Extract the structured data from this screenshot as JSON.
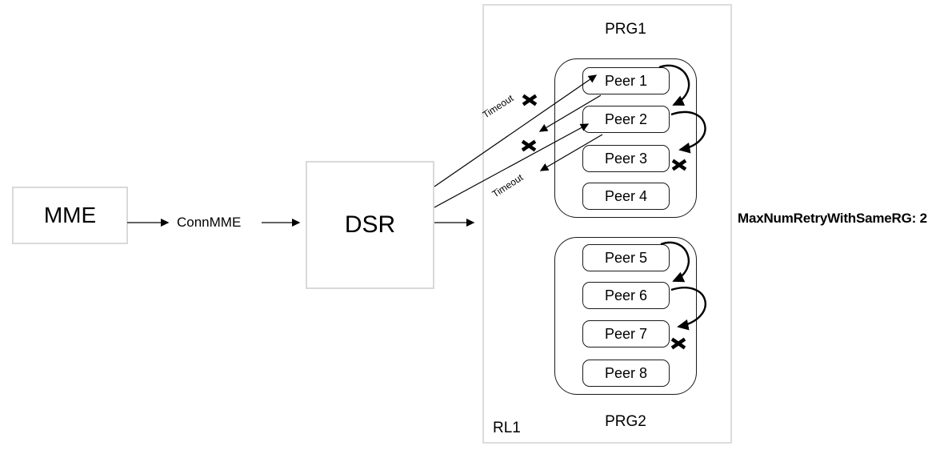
{
  "nodes": {
    "mme": {
      "label": "MME"
    },
    "dsr": {
      "label": "DSR"
    },
    "route_list": {
      "label": "RL1"
    },
    "prg1": {
      "label": "PRG1",
      "peers": [
        "Peer 1",
        "Peer 2",
        "Peer 3",
        "Peer 4"
      ]
    },
    "prg2": {
      "label": "PRG2",
      "peers": [
        "Peer 5",
        "Peer 6",
        "Peer 7",
        "Peer 8"
      ]
    }
  },
  "labels": {
    "connection": "ConnMME",
    "timeout1": "Timeout",
    "timeout2": "Timeout",
    "annotation": "MaxNumRetryWithSameRG: 2"
  },
  "edges": [
    {
      "from": "MME",
      "to": "DSR",
      "label": "ConnMME",
      "type": "request"
    },
    {
      "from": "DSR",
      "to": "RL1",
      "type": "request"
    },
    {
      "from": "DSR",
      "to": "Peer 1",
      "type": "request"
    },
    {
      "from": "Peer 1",
      "to": "DSR",
      "type": "timeout-response",
      "label": "Timeout",
      "failed": true
    },
    {
      "from": "DSR",
      "to": "Peer 2",
      "type": "request"
    },
    {
      "from": "Peer 2",
      "to": "DSR",
      "type": "timeout-response",
      "label": "Timeout",
      "failed": true
    },
    {
      "from": "Peer 1",
      "to": "Peer 2",
      "type": "retry-same-rg"
    },
    {
      "from": "Peer 2",
      "to": "Peer 3",
      "type": "retry-same-rg",
      "failed": true
    },
    {
      "from": "Peer 5",
      "to": "Peer 6",
      "type": "retry-same-rg"
    },
    {
      "from": "Peer 6",
      "to": "Peer 7",
      "type": "retry-same-rg",
      "failed": true
    }
  ],
  "icons": {
    "failure": "x-mark-icon"
  },
  "colors": {
    "background": "#ffffff",
    "container_border": "#d9d9d9",
    "node_border": "#1a1a1a",
    "line": "#000000",
    "gray_line": "#4d4d4d"
  }
}
